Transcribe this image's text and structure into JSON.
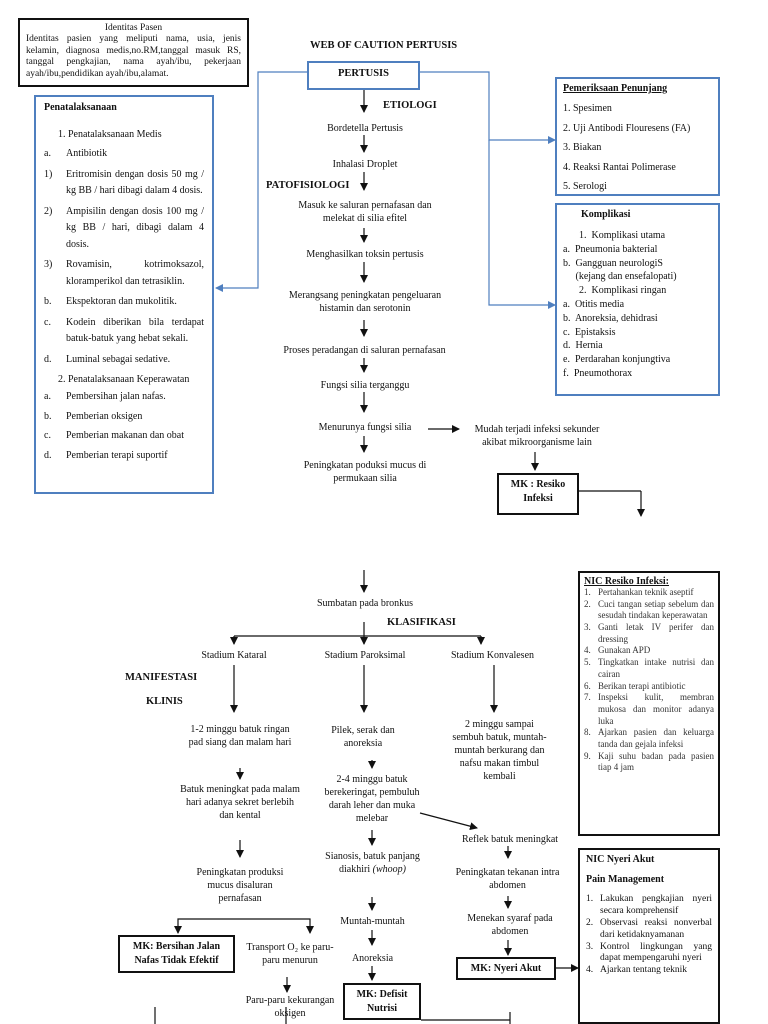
{
  "identitas": {
    "title": "Identitas Pasen",
    "body": "Identitas pasien yang meliputi nama, usia, jenis kelamin, diagnosa medis,no.RM,tanggal masuk RS, tanggal pengkajian, nama ayah/ibu, pekerjaan ayah/ibu,pendidikan ayah/ibu,alamat."
  },
  "main_title": "WEB OF CAUTION PERTUSIS",
  "pertusis_label": "PERTUSIS",
  "etiologi_label": "ETIOLOGI",
  "patofisiologi_label": "PATOFISIOLOGI",
  "klasifikasi_label": "KLASIFIKASI",
  "manifestasi_label": "MANIFESTASI",
  "klinis_label": "KLINIS",
  "flow": {
    "bordetella": "Bordetella Pertusis",
    "inhalasi": "Inhalasi Droplet",
    "masuk": "Masuk ke saluran pernafasan dan melekat di silia efitel",
    "toksin": "Menghasilkan toksin pertusis",
    "merangsang": "Merangsang peningkatan pengeluaran histamin dan serotonin",
    "proses": "Proses peradangan di saluran pernafasan",
    "fungsi": "Fungsi silia terganggu",
    "menurunya": "Menurunya fungsi silia",
    "infeksi_sekunder": "Mudah terjadi infeksi sekunder akibat mikroorganisme lain",
    "mukus": "Peningkatan poduksi mucus di permukaan silia",
    "sumbatan": "Sumbatan pada bronkus"
  },
  "stadium": {
    "kataral": "Stadium Kataral",
    "paroksimal": "Stadium Paroksimal",
    "konvalesen": "Stadium Konvalesen"
  },
  "kataral_flow": {
    "a": "1-2 minggu batuk ringan pad siang dan malam hari",
    "b": "Batuk meningkat pada malam hari adanya sekret berlebih dan kental",
    "c": "Peningkatan produksi mucus disaluran pernafasan",
    "transport": "Transport O₂ ke paru-paru menurun",
    "paru": "Paru-paru kekurangan oksigen"
  },
  "paroksimal_flow": {
    "a": "Pilek, serak dan anoreksia",
    "b": "2-4 minggu batuk berekeringat, pembuluh darah leher dan muka melebar",
    "c1": "Sianosis, batuk panjang diakhiri",
    "c2": "(whoop)",
    "d": "Muntah-muntah",
    "e": "Anoreksia"
  },
  "konvalesen_flow": {
    "a": "2 minggu sampai sembuh batuk, muntah-muntah berkurang dan nafsu makan timbul kembali"
  },
  "refleks_flow": {
    "a": "Reflek batuk meningkat",
    "b": "Peningkatan tekanan intra abdomen",
    "c": "Menekan syaraf pada abdomen"
  },
  "mk": {
    "resiko": "MK : Resiko Infeksi",
    "jalan_nafas": "MK: Bersihan Jalan Nafas Tidak Efektif",
    "nyeri": "MK: Nyeri Akut",
    "nutrisi": "MK: Defisit Nutrisi"
  },
  "penatalaksanaan": {
    "title": "Penatalaksanaan",
    "medis_heading": "1.  Penatalaksanaan Medis",
    "medis_items": [
      {
        "n": "a.",
        "t": "Antibiotik"
      },
      {
        "n": "1)",
        "t": "Eritromisin dengan dosis 50 mg / kg BB / hari dibagi dalam 4 dosis."
      },
      {
        "n": "2)",
        "t": "Ampisilin dengan dosis 100 mg / kg BB / hari, dibagi dalam 4 dosis."
      },
      {
        "n": "3)",
        "t": "Rovamisin, kotrimoksazol, kloramperikol dan tetrasiklin."
      },
      {
        "n": "b.",
        "t": "Ekspektoran dan mukolitik."
      },
      {
        "n": "c.",
        "t": "Kodein diberikan bila terdapat batuk-batuk yang hebat sekali."
      },
      {
        "n": "d.",
        "t": "Luminal sebagai sedative."
      }
    ],
    "keperawatan_heading": "2.  Penatalaksanaan Keperawatan",
    "keperawatan_items": [
      {
        "n": "a.",
        "t": "Pembersihan jalan nafas."
      },
      {
        "n": "b.",
        "t": "Pemberian oksigen"
      },
      {
        "n": "c.",
        "t": " Pemberian makanan dan obat"
      },
      {
        "n": "d.",
        "t": "Pemberian terapi suportif"
      }
    ]
  },
  "penunjang": {
    "title": "Pemeriksaan Penunjang",
    "items": [
      "1.  Spesimen",
      "2.  Uji Antibodi Flouresens (FA)",
      "3.  Biakan",
      "4.  Reaksi Rantai Polimerase",
      "5.  Serologi"
    ]
  },
  "komplikasi": {
    "title": "Komplikasi",
    "items": [
      "1.  Komplikasi utama",
      "a.  Pneumonia bakterial",
      "b.  Gangguan neurologiS",
      "     (kejang dan ensefalopati)",
      "2.  Komplikasi ringan",
      "a.  Otitis media",
      "b.  Anoreksia, dehidrasi",
      "c.  Epistaksis",
      "d.  Hernia",
      "e.  Perdarahan konjungtiva",
      "f.  Pneumothorax"
    ]
  },
  "nic_resiko": {
    "title": "NIC Resiko Infeksi:",
    "items": [
      {
        "n": "1.",
        "t": "Pertahankan teknik aseptif"
      },
      {
        "n": "2.",
        "t": "Cuci tangan setiap sebelum dan sesudah tindakan keperawatan"
      },
      {
        "n": "3.",
        "t": "Ganti letak IV perifer dan dressing"
      },
      {
        "n": "4.",
        "t": "Gunakan APD"
      },
      {
        "n": "5.",
        "t": "Tingkatkan intake nutrisi dan cairan"
      },
      {
        "n": "6.",
        "t": "Berikan terapi antibiotic"
      },
      {
        "n": "7.",
        "t": "Inspeksi kulit, membran mukosa dan monitor adanya luka"
      },
      {
        "n": "8.",
        "t": "Ajarkan pasien dan keluarga tanda dan gejala infeksi"
      },
      {
        "n": "9.",
        "t": "Kaji suhu badan pada pasien tiap 4 jam"
      }
    ]
  },
  "nic_nyeri": {
    "title": "NIC Nyeri Akut",
    "subtitle": "Pain Management",
    "items": [
      {
        "n": "1.",
        "t": "Lakukan pengkajian nyeri secara komprehensif"
      },
      {
        "n": "2.",
        "t": "Observasi reaksi nonverbal dari ketidaknyamanan"
      },
      {
        "n": "3.",
        "t": "Kontrol lingkungan yang dapat mempengaruhi nyeri"
      },
      {
        "n": "4.",
        "t": "Ajarkan tentang teknik"
      }
    ]
  }
}
